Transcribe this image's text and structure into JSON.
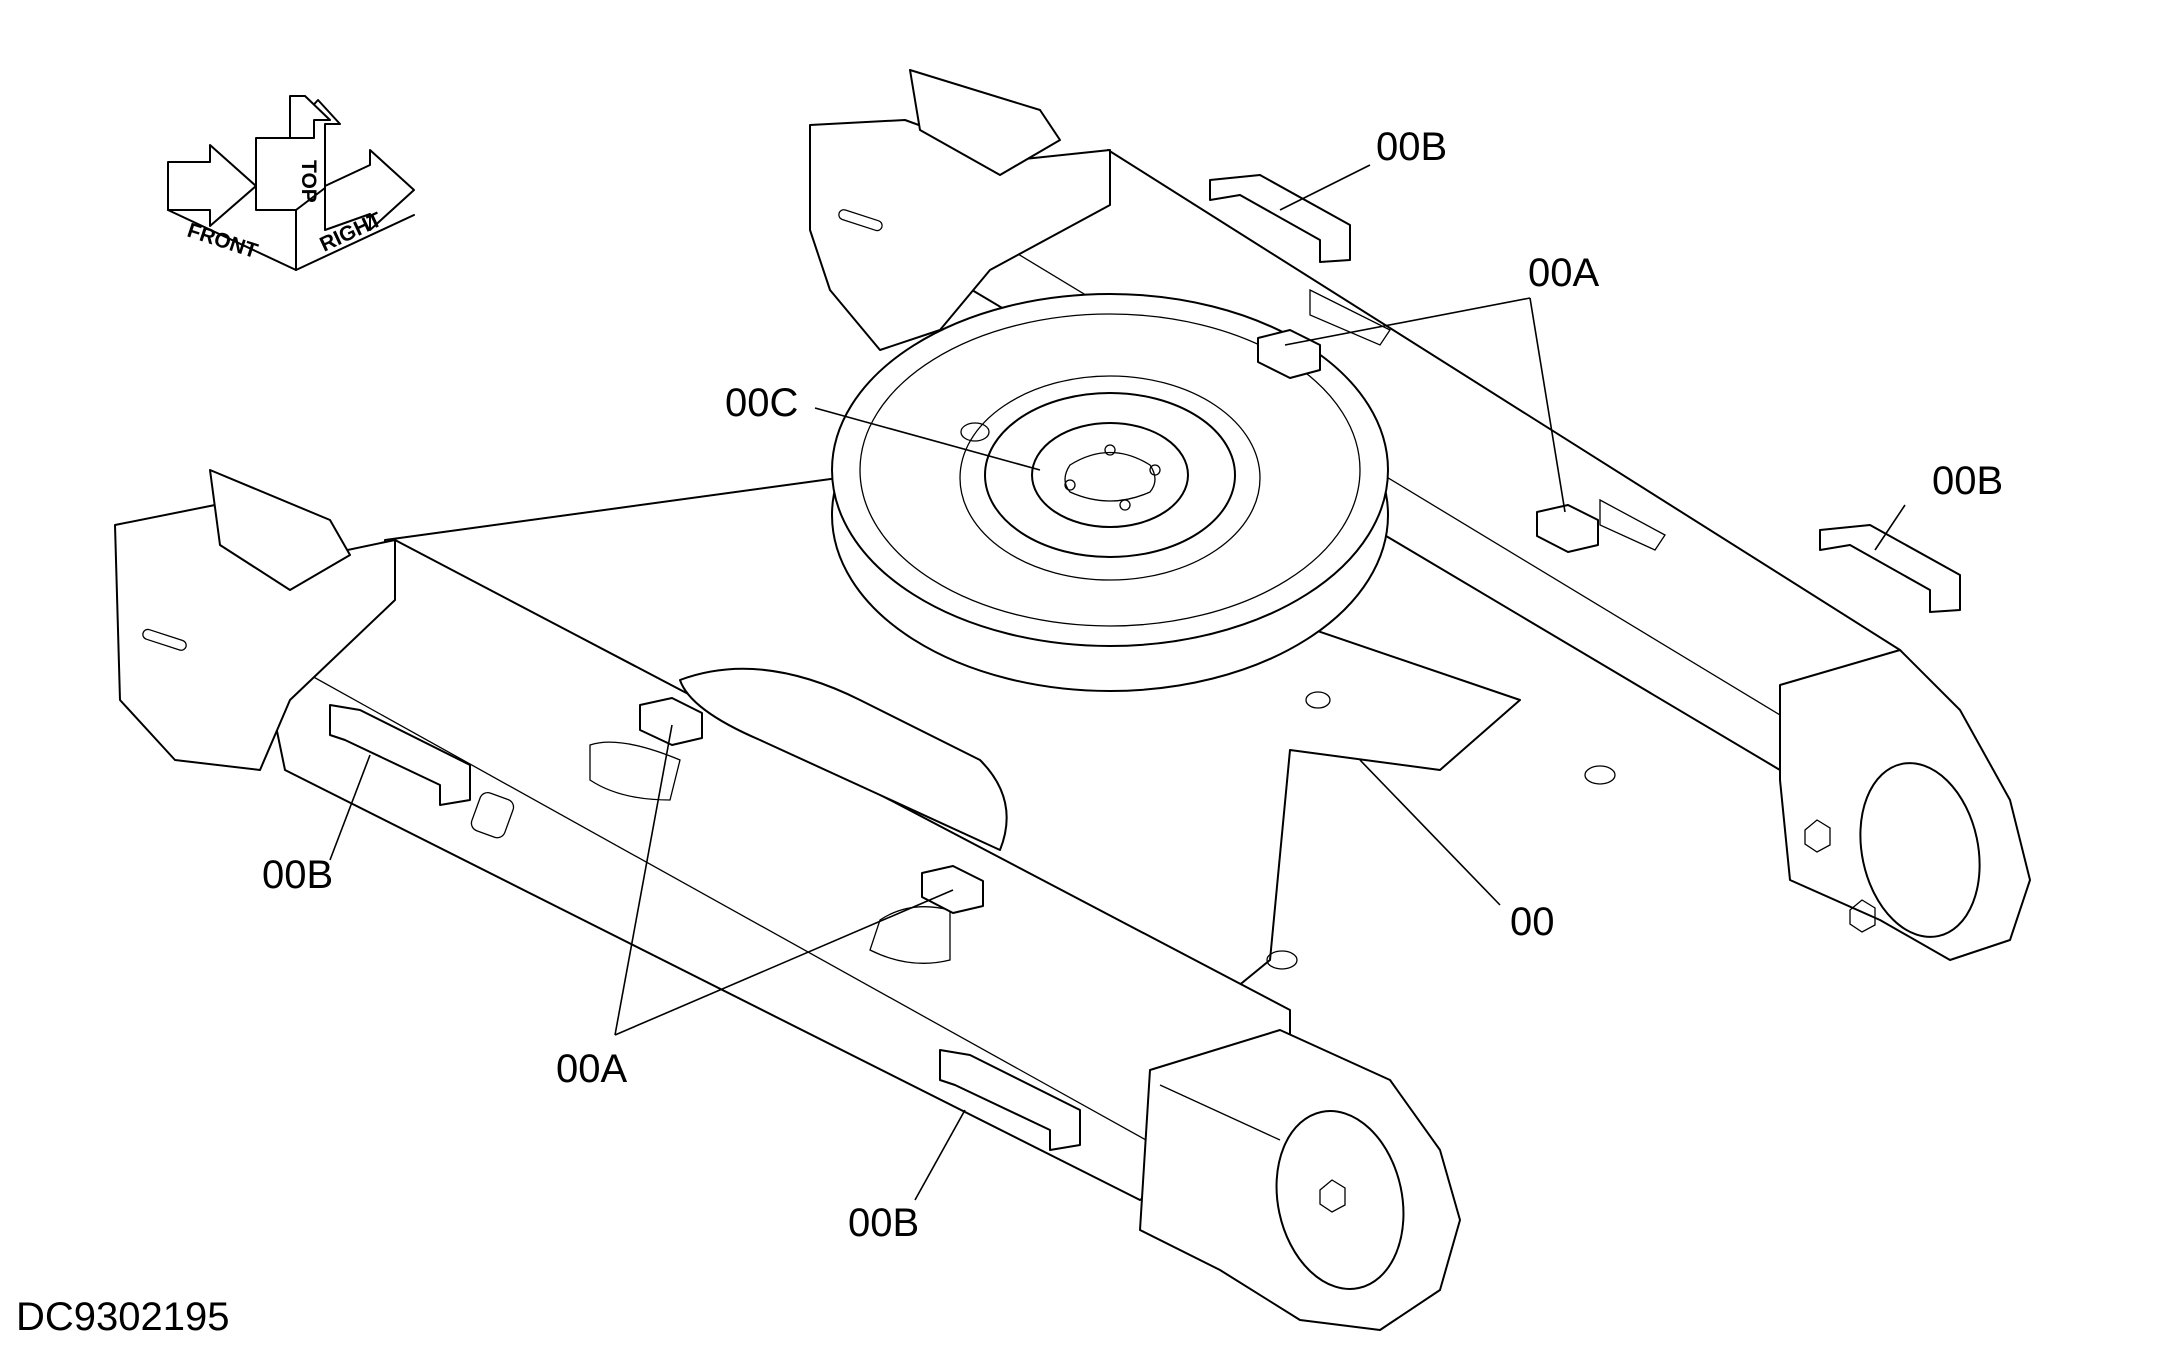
{
  "doc_id": "DC9302195",
  "orientation": {
    "front": "FRONT",
    "top": "TOP",
    "right": "RIGHT"
  },
  "callouts": {
    "c_00": "00",
    "c_00a_top": "00A",
    "c_00a_bottom": "00A",
    "c_00b_top": "00B",
    "c_00b_right": "00B",
    "c_00b_left": "00B",
    "c_00b_bottom": "00B",
    "c_00c": "00C"
  }
}
